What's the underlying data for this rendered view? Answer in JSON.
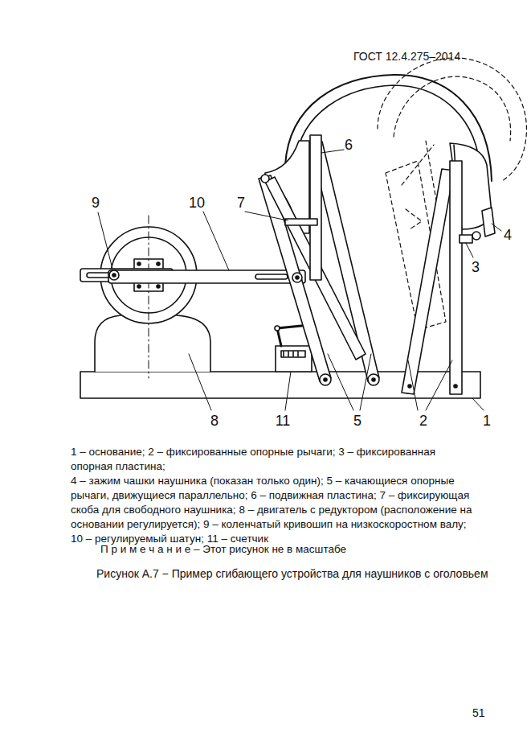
{
  "diagram": {
    "caption": "Рисунок А.7 − Пример сгибающего устройства для наушников с оголовьем",
    "labels": [
      "ГОСТ 12.4.275–2014",
      "9",
      "10",
      "7",
      "6",
      "4",
      "3",
      "8",
      "11",
      "5",
      "2",
      "1",
      "1 – основание;",
      "2 – фиксированные опорные рычаги;",
      "3 – фиксированная опорная пластина;",
      "4 – зажим чашки наушника (показан только один);",
      "5 – качающиеся опорные рычаги, движущиеся параллельно;",
      "6 – подвижная пластина;",
      "7 – фиксирующая скоба для свободного наушника;",
      "8 – двигатель с редуктором (расположение на основании регулируется);",
      "9 – коленчатый кривошип на низкоскоростном валу;",
      "10 – регулируемый шатун;",
      "11 – счетчик",
      "П р и м е ч а н и е – Этот рисунок не в масштабе",
      "51"
    ]
  }
}
